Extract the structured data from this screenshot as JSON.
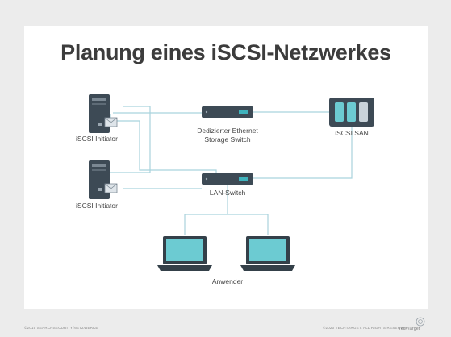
{
  "title": "Planung eines iSCSI-Netzwerkes",
  "nodes": {
    "initiator_1": "iSCSI Initiator",
    "initiator_2": "iSCSI Initiator",
    "storage_switch_line1": "Dedizierter Ethernet",
    "storage_switch_line2": "Storage Switch",
    "san": "iSCSI SAN",
    "lan_switch": "LAN-Switch",
    "users": "Anwender"
  },
  "footer": {
    "left": "©2015 SEARCHSECURITY/NETZWERKE",
    "right": "©2020 TECHTARGET. ALL RIGHTS RESERVED.",
    "brand": "TechTarget"
  },
  "colors": {
    "line": "#a9d3dd",
    "server_dark": "#3d4a55",
    "server_mid": "#596873",
    "teal": "#3fb3bd",
    "screen": "#6ccbd2",
    "laptop": "#344049"
  }
}
